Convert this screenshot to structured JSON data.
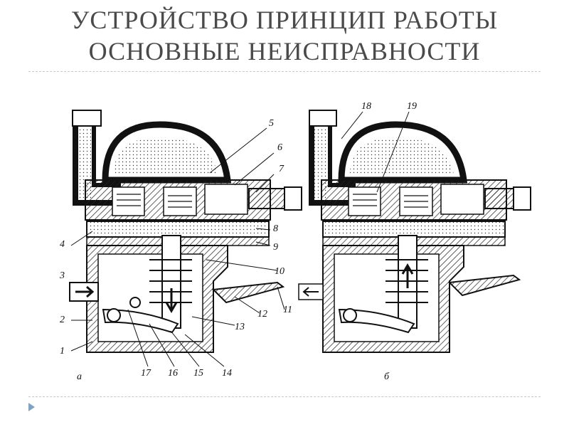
{
  "slide": {
    "title_line1": "УСТРОЙСТВО ПРИНЦИП РАБОТЫ",
    "title_line2": "ОСНОВНЫЕ НЕИСПРАВНОСТИ"
  },
  "diagram": {
    "part_labels": [
      "1",
      "2",
      "3",
      "4",
      "5",
      "6",
      "7",
      "8",
      "9",
      "10",
      "11",
      "12",
      "13",
      "14",
      "15",
      "16",
      "17",
      "18",
      "19"
    ],
    "view_labels": [
      "а",
      "б"
    ]
  }
}
